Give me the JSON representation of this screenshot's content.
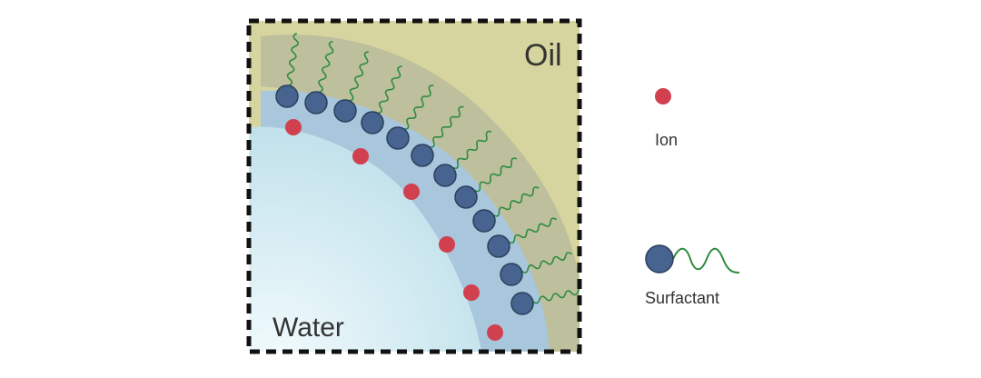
{
  "diagram": {
    "labels": {
      "oil": "Oil",
      "water": "Water"
    },
    "legend": [
      {
        "key": "ion",
        "label": "Ion"
      },
      {
        "key": "surfactant",
        "label": "Surfactant"
      }
    ],
    "colors": {
      "oil": "#d6d59f",
      "water_center": "#f2fbfd",
      "water_edge": "#b9dde8",
      "shell": "#a7c6df",
      "tail_band": "#b8bb9c",
      "surfactant_head": "#46648f",
      "surfactant_stroke": "#2c3f5c",
      "surfactant_tail": "#2e8b3e",
      "ion": "#d1404f",
      "border": "#111111"
    }
  }
}
